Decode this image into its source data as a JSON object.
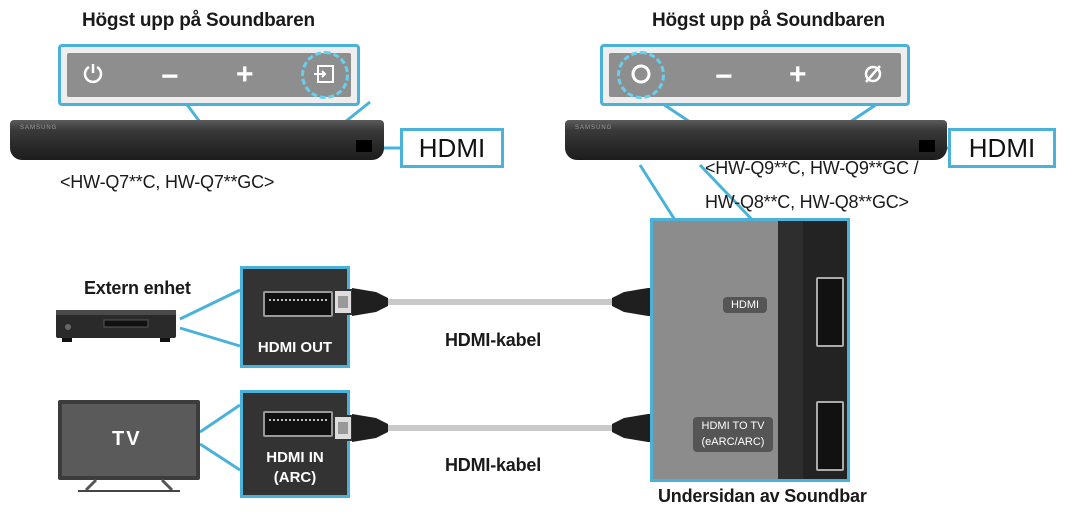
{
  "top_left": {
    "title": "Högst upp på Soundbaren",
    "model": "<HW-Q7**C, HW-Q7**GC>",
    "hdmi_label": "HDMI",
    "buttons": [
      "power-icon",
      "minus-icon",
      "plus-icon",
      "source-icon"
    ]
  },
  "top_right": {
    "title": "Högst upp på Soundbaren",
    "model_line1": "<HW-Q9**C, HW-Q9**GC /",
    "model_line2": "HW-Q8**C, HW-Q8**GC>",
    "hdmi_label": "HDMI",
    "buttons": [
      "multi-function-icon",
      "minus-icon",
      "plus-icon",
      "mic-off-icon"
    ]
  },
  "devices": {
    "external_label": "Extern enhet",
    "tv_label": "TV"
  },
  "ports": {
    "hdmi_out": "HDMI OUT",
    "hdmi_in_line1": "HDMI IN",
    "hdmi_in_line2": "(ARC)"
  },
  "cables": {
    "upper": "HDMI-kabel",
    "lower": "HDMI-kabel"
  },
  "soundbar_bottom": {
    "port_hdmi": "HDMI",
    "port_hdmi_to_tv_line1": "HDMI TO TV",
    "port_hdmi_to_tv_line2": "(eARC/ARC)",
    "caption": "Undersidan av Soundbar"
  },
  "colors": {
    "accent": "#4ab2d9",
    "highlight": "#66d0ee"
  }
}
